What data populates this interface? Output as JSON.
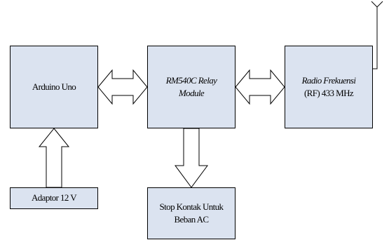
{
  "blocks": {
    "arduino": {
      "label": "Arduino Uno"
    },
    "relay": {
      "line1": "RM540C Relay",
      "line2": "Module"
    },
    "radio": {
      "line1": "Radio Frekuensi",
      "line2": "(RF) 433 MHz"
    },
    "adaptor": {
      "label": "Adaptor 12 V"
    },
    "stop": {
      "line1": "Stop Kontak Untuk",
      "line2": "Beban AC"
    }
  },
  "colors": {
    "block_fill": "#dbe3f0",
    "arrow_fill": "#ffffff",
    "stroke": "#000000"
  },
  "icons": {
    "antenna": "antenna-icon"
  }
}
